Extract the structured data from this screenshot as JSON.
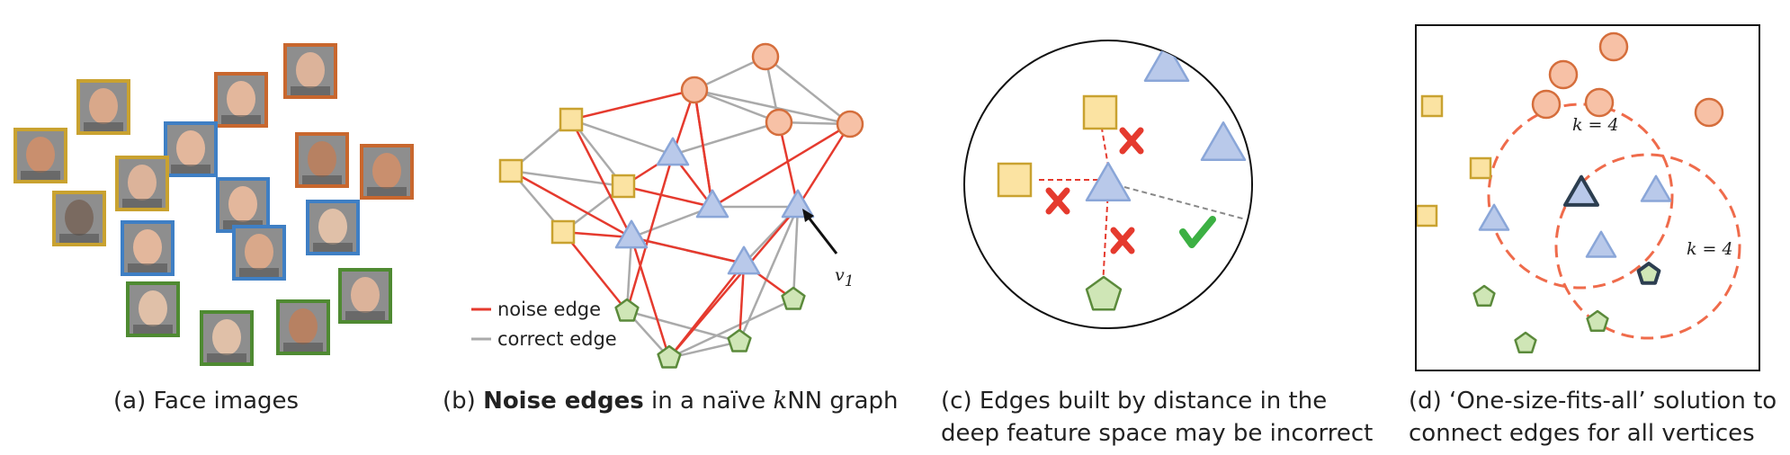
{
  "colors": {
    "yellow_fill": "#fbe3a2",
    "yellow_stroke": "#c9a230",
    "blue_fill": "#b9c9ea",
    "blue_stroke": "#8aa6d8",
    "orange_fill": "#f7c1a6",
    "orange_stroke": "#d56e3c",
    "green_fill": "#cfe6b6",
    "green_stroke": "#5b8a3b",
    "noise_edge": "#e53a2e",
    "correct_edge": "#aaaaaa",
    "check": "#3cb043",
    "cross": "#e53a2e"
  },
  "panel_a": {
    "caption": "(a) Face images",
    "icons": {
      "face": "face-photo-icon"
    }
  },
  "panel_b": {
    "caption_prefix": "(b) ",
    "caption_bold": "Noise edges",
    "caption_mid": " in a naïve ",
    "caption_k": "k",
    "caption_suffix": "NN graph",
    "legend": {
      "noise": "noise edge",
      "correct": "correct edge"
    },
    "vertex_label": "v",
    "vertex_sub": "1"
  },
  "panel_c": {
    "caption_line1": "(c) Edges built by distance in the",
    "caption_line2": "deep feature space may be incorrect",
    "icons": {
      "cross": "cross-icon",
      "check": "check-icon"
    }
  },
  "panel_d": {
    "caption_line1": "(d) ‘One-size-fits-all’ solution to",
    "caption_line2": "connect edges for all vertices",
    "k_label_1": "k = 4",
    "k_label_2": "k = 4"
  }
}
